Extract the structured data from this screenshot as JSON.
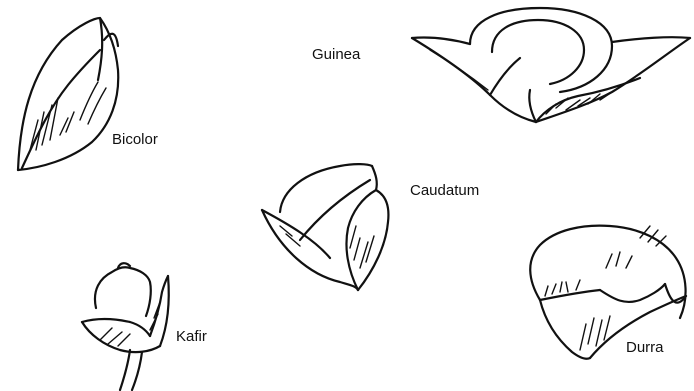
{
  "labels": {
    "bicolor": "Bicolor",
    "guinea": "Guinea",
    "caudatum": "Caudatum",
    "kafir": "Kafir",
    "durra": "Durra"
  },
  "colors": {
    "ink": "#111111",
    "background": "#ffffff"
  }
}
